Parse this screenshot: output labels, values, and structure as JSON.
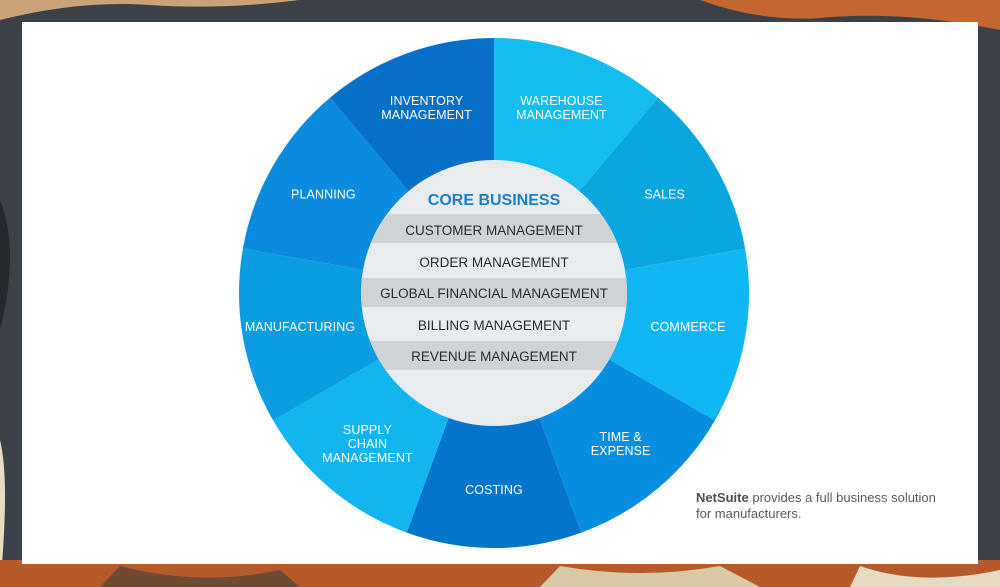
{
  "segments": [
    {
      "label_lines": [
        "WAREHOUSE",
        "MANAGEMENT"
      ],
      "color": "#13bdf0"
    },
    {
      "label_lines": [
        "SALES"
      ],
      "color": "#0aa6df"
    },
    {
      "label_lines": [
        "COMMERCE"
      ],
      "color": "#0fb8f2"
    },
    {
      "label_lines": [
        "TIME &",
        "EXPENSE"
      ],
      "color": "#088ee0"
    },
    {
      "label_lines": [
        "COSTING"
      ],
      "color": "#0575cc"
    },
    {
      "label_lines": [
        "SUPPLY",
        "CHAIN",
        "MANAGEMENT"
      ],
      "color": "#11b6f0"
    },
    {
      "label_lines": [
        "MANUFACTURING"
      ],
      "color": "#0a9ddf"
    },
    {
      "label_lines": [
        "PLANNING"
      ],
      "color": "#0b8be0"
    },
    {
      "label_lines": [
        "INVENTORY",
        "MANAGEMENT"
      ],
      "color": "#0670c8"
    }
  ],
  "core": {
    "title": "CORE BUSINESS",
    "rows": [
      "CUSTOMER MANAGEMENT",
      "ORDER MANAGEMENT",
      "GLOBAL FINANCIAL MANAGEMENT",
      "BILLING MANAGEMENT",
      "REVENUE MANAGEMENT"
    ]
  },
  "caption": {
    "brand": "NetSuite",
    "text": " provides a full business solution for manufacturers."
  }
}
